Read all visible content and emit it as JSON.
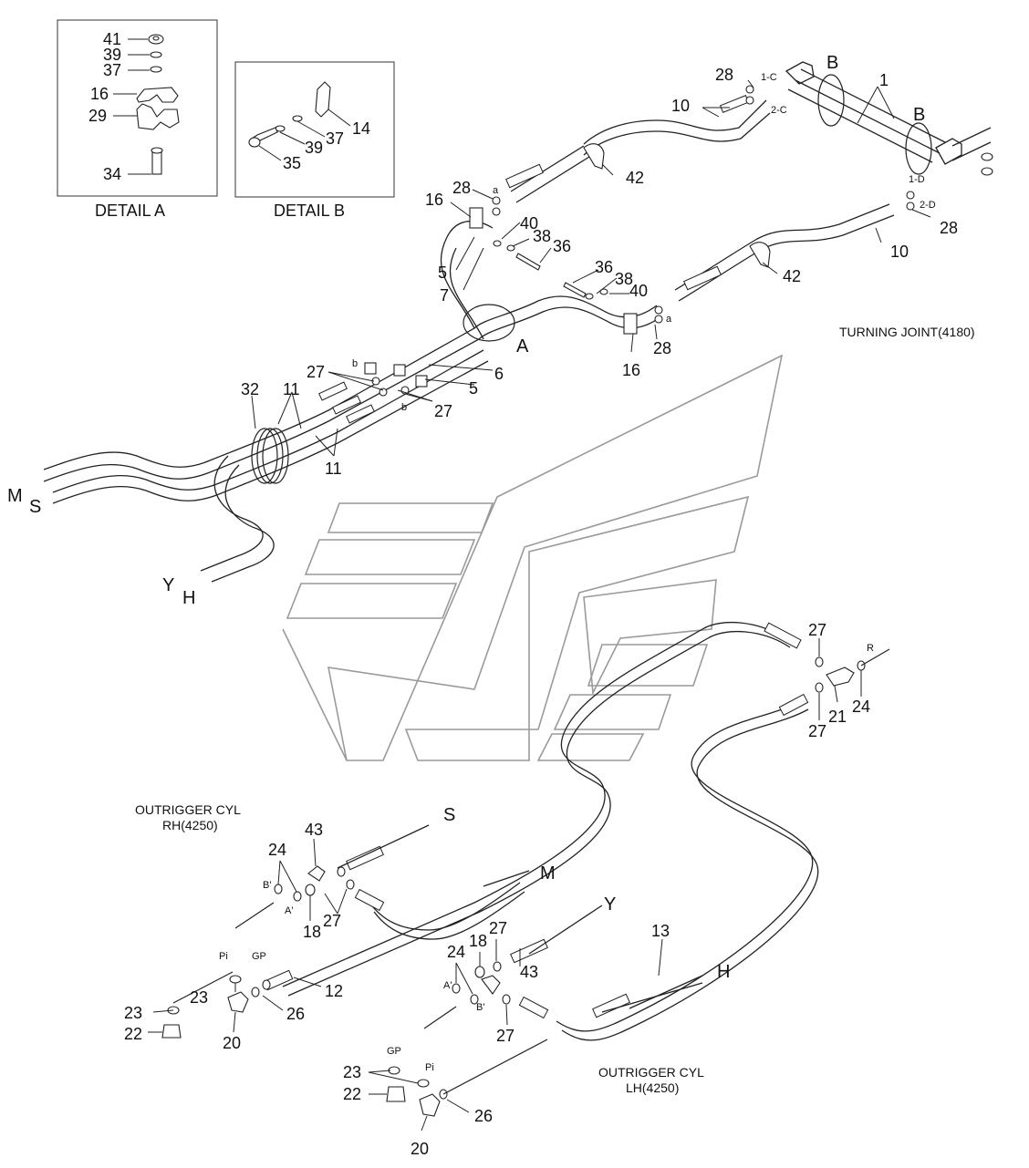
{
  "detail_a": {
    "title": "DETAIL A",
    "parts": [
      "41",
      "39",
      "37",
      "16",
      "29",
      "34"
    ]
  },
  "detail_b": {
    "title": "DETAIL B",
    "parts": [
      "14",
      "37",
      "39",
      "35"
    ]
  },
  "turning_joint": "TURNING JOINT(4180)",
  "outrigger_rh": {
    "line1": "OUTRIGGER CYL",
    "line2": "RH(4250)"
  },
  "outrigger_lh": {
    "line1": "OUTRIGGER CYL",
    "line2": "LH(4250)"
  },
  "port_letters": {
    "M_left": "M",
    "S_left": "S",
    "Y_left": "Y",
    "H_left": "H",
    "S_right": "S",
    "M_right": "M",
    "Y_right": "Y",
    "H_right": "H",
    "A": "A",
    "B_top": "B",
    "B_right": "B"
  },
  "small_tags": {
    "c1": "1-C",
    "c2": "2-C",
    "d1": "1-D",
    "d2": "2-D",
    "a_top": "a",
    "a_mid": "a",
    "b_top": "b",
    "b_bot": "b",
    "R": "R",
    "Bp_rh": "B'",
    "Ap_rh": "A'",
    "Pi_rh": "Pi",
    "GP_rh": "GP",
    "Ap_lh": "A'",
    "Bp_lh": "B'",
    "GP_lh": "GP",
    "Pi_lh": "Pi"
  },
  "callouts": {
    "c1": "1",
    "c10a": "10",
    "c10b": "10",
    "c28a": "28",
    "c28b": "28",
    "c28c": "28",
    "c28d": "28",
    "c42a": "42",
    "c42b": "42",
    "c16a": "16",
    "c16b": "16",
    "c40a": "40",
    "c40b": "40",
    "c38a": "38",
    "c38b": "38",
    "c36a": "36",
    "c36b": "36",
    "c5a": "5",
    "c5b": "5",
    "c7": "7",
    "c6": "6",
    "c27a": "27",
    "c27b": "27",
    "c32": "32",
    "c11a": "11",
    "c11b": "11",
    "c27c": "27",
    "c27d": "27",
    "c21": "21",
    "c24a": "24",
    "c43a": "43",
    "c24b": "24",
    "c18a": "18",
    "c27e": "27",
    "c23a": "23",
    "c23b": "23",
    "c22a": "22",
    "c20a": "20",
    "c26a": "26",
    "c12": "12",
    "c18b": "18",
    "c27f": "27",
    "c43b": "43",
    "c24c": "24",
    "c27g": "27",
    "c13": "13",
    "c23c": "23",
    "c22b": "22",
    "c20b": "20",
    "c26b": "26"
  }
}
